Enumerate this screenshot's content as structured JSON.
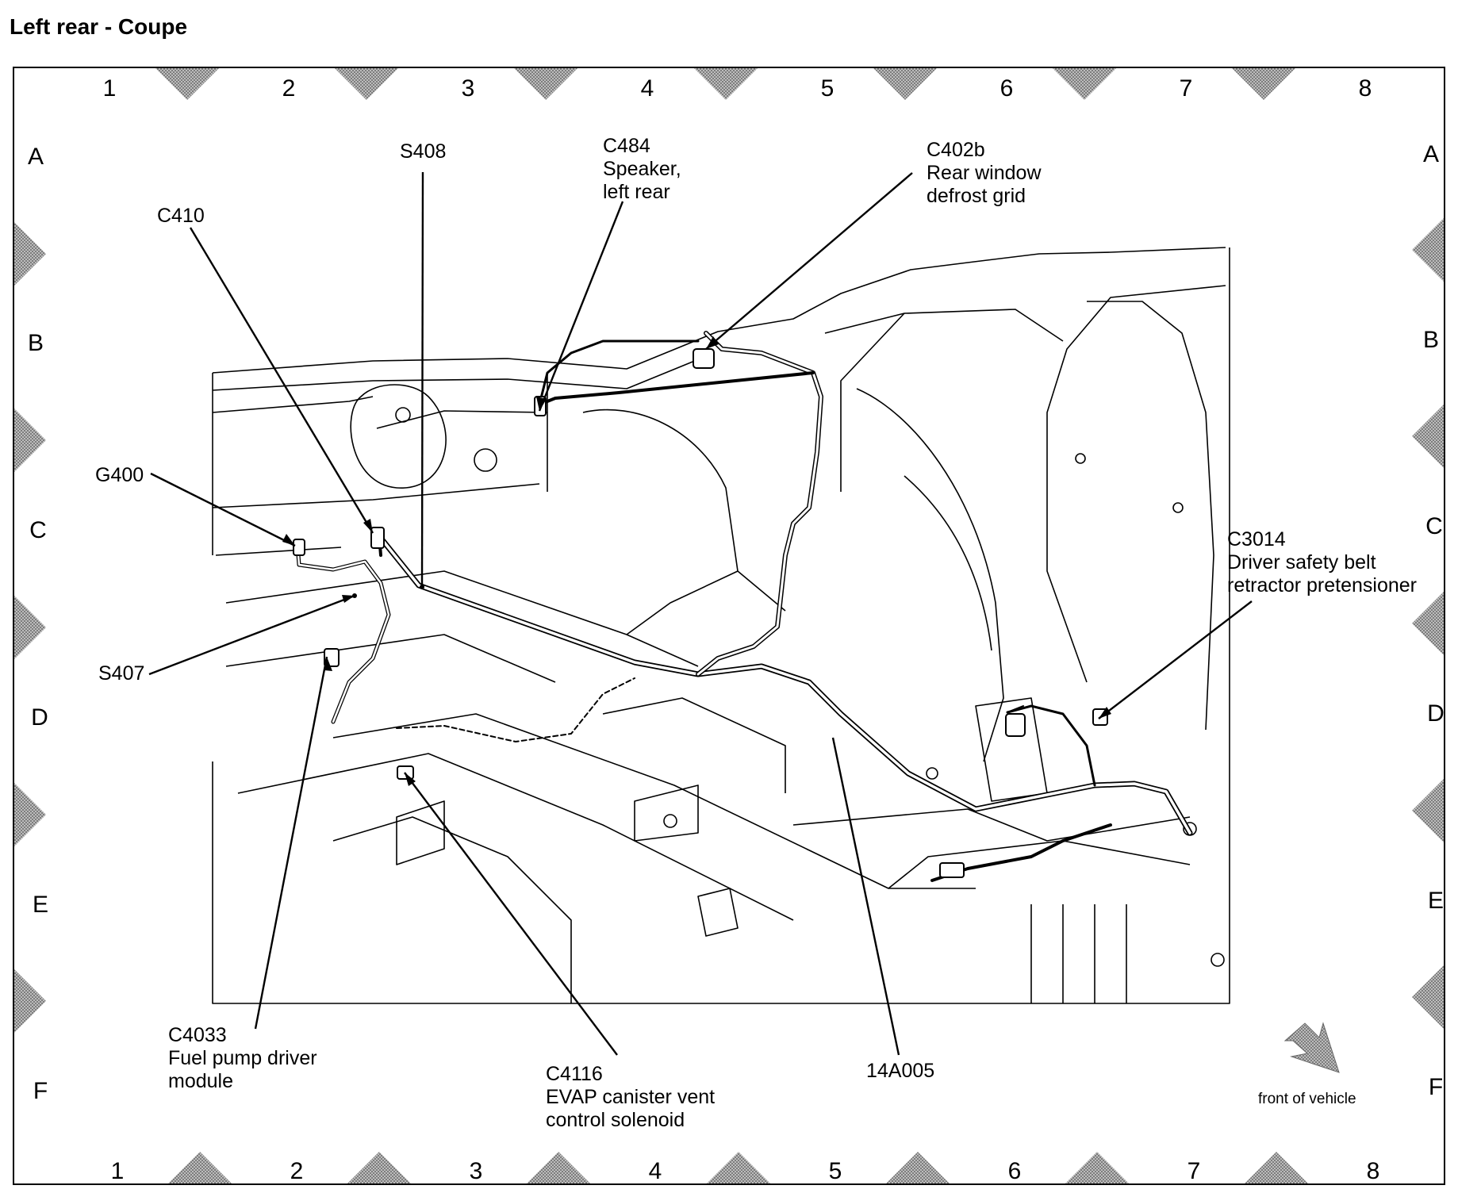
{
  "title": "Left rear - Coupe",
  "grid": {
    "columns": [
      "1",
      "2",
      "3",
      "4",
      "5",
      "6",
      "7",
      "8"
    ],
    "rows": [
      "A",
      "B",
      "C",
      "D",
      "E",
      "F"
    ]
  },
  "callouts": [
    {
      "id": "s408",
      "lines": [
        "S408"
      ]
    },
    {
      "id": "c484",
      "lines": [
        "C484",
        "Speaker,",
        "left rear"
      ]
    },
    {
      "id": "c402b",
      "lines": [
        "C402b",
        "Rear window",
        "defrost grid"
      ]
    },
    {
      "id": "c410",
      "lines": [
        "C410"
      ]
    },
    {
      "id": "g400",
      "lines": [
        "G400"
      ]
    },
    {
      "id": "s407",
      "lines": [
        "S407"
      ]
    },
    {
      "id": "c3014",
      "lines": [
        "C3014",
        "Driver safety belt",
        "retractor pretensioner"
      ]
    },
    {
      "id": "c4033",
      "lines": [
        "C4033",
        "Fuel pump driver",
        "module"
      ]
    },
    {
      "id": "c4116",
      "lines": [
        "C4116",
        "EVAP canister vent",
        "control solenoid"
      ]
    },
    {
      "id": "harness",
      "lines": [
        "14A005"
      ]
    }
  ],
  "front_indicator": "front of vehicle",
  "colors": {
    "marker": "#a3a3a3",
    "line": "#000000"
  }
}
